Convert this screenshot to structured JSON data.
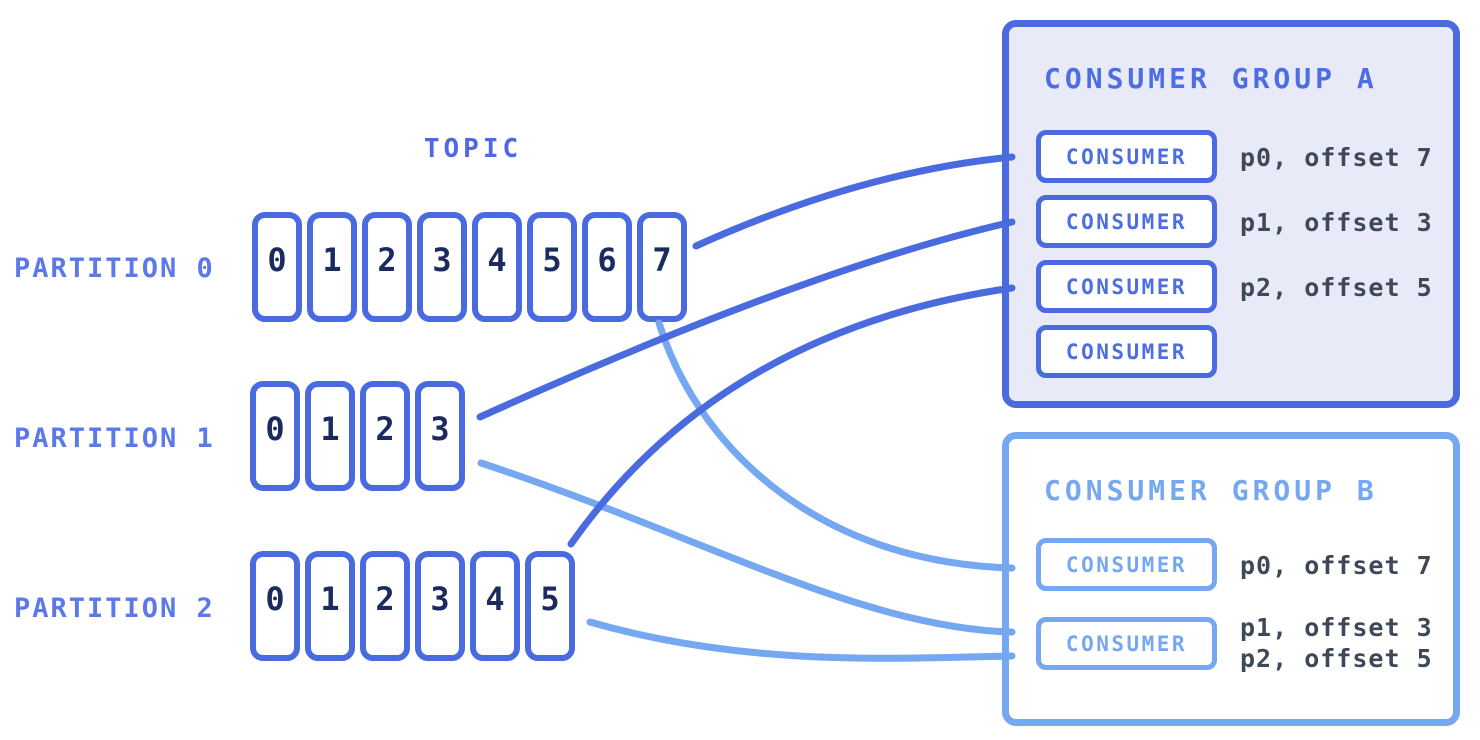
{
  "diagram_title": "TOPIC",
  "colors": {
    "accent_dark_blue": "#4a6be0",
    "accent_light_blue": "#75a8f0",
    "partition_label_blue": "#5b79ea",
    "cell_number_navy": "#1c2b5f",
    "offset_text_slate": "#3e4859",
    "group_a_fill": "#e8eaf8",
    "group_b_fill": "#ffffff"
  },
  "partitions": [
    {
      "label": "PARTITION 0",
      "cells": [
        "0",
        "1",
        "2",
        "3",
        "4",
        "5",
        "6",
        "7"
      ]
    },
    {
      "label": "PARTITION 1",
      "cells": [
        "0",
        "1",
        "2",
        "3"
      ]
    },
    {
      "label": "PARTITION 2",
      "cells": [
        "0",
        "1",
        "2",
        "3",
        "4",
        "5"
      ]
    }
  ],
  "consumer_groups": [
    {
      "title": "CONSUMER GROUP A",
      "consumers": [
        {
          "label": "CONSUMER",
          "assignments": [
            "p0, offset 7"
          ]
        },
        {
          "label": "CONSUMER",
          "assignments": [
            "p1, offset 3"
          ]
        },
        {
          "label": "CONSUMER",
          "assignments": [
            "p2, offset 5"
          ]
        },
        {
          "label": "CONSUMER",
          "assignments": []
        }
      ]
    },
    {
      "title": "CONSUMER GROUP B",
      "consumers": [
        {
          "label": "CONSUMER",
          "assignments": [
            "p0, offset 7"
          ]
        },
        {
          "label": "CONSUMER",
          "assignments": [
            "p1, offset 3",
            "p2, offset 5"
          ]
        }
      ]
    }
  ],
  "connections": [
    {
      "from": "partition-0",
      "to": "group-a-consumer-1",
      "style": "dark"
    },
    {
      "from": "partition-1",
      "to": "group-a-consumer-2",
      "style": "dark"
    },
    {
      "from": "partition-2",
      "to": "group-a-consumer-3",
      "style": "dark"
    },
    {
      "from": "partition-0",
      "to": "group-b-consumer-1",
      "style": "light"
    },
    {
      "from": "partition-1",
      "to": "group-b-consumer-2",
      "style": "light"
    },
    {
      "from": "partition-2",
      "to": "group-b-consumer-2",
      "style": "light"
    }
  ]
}
